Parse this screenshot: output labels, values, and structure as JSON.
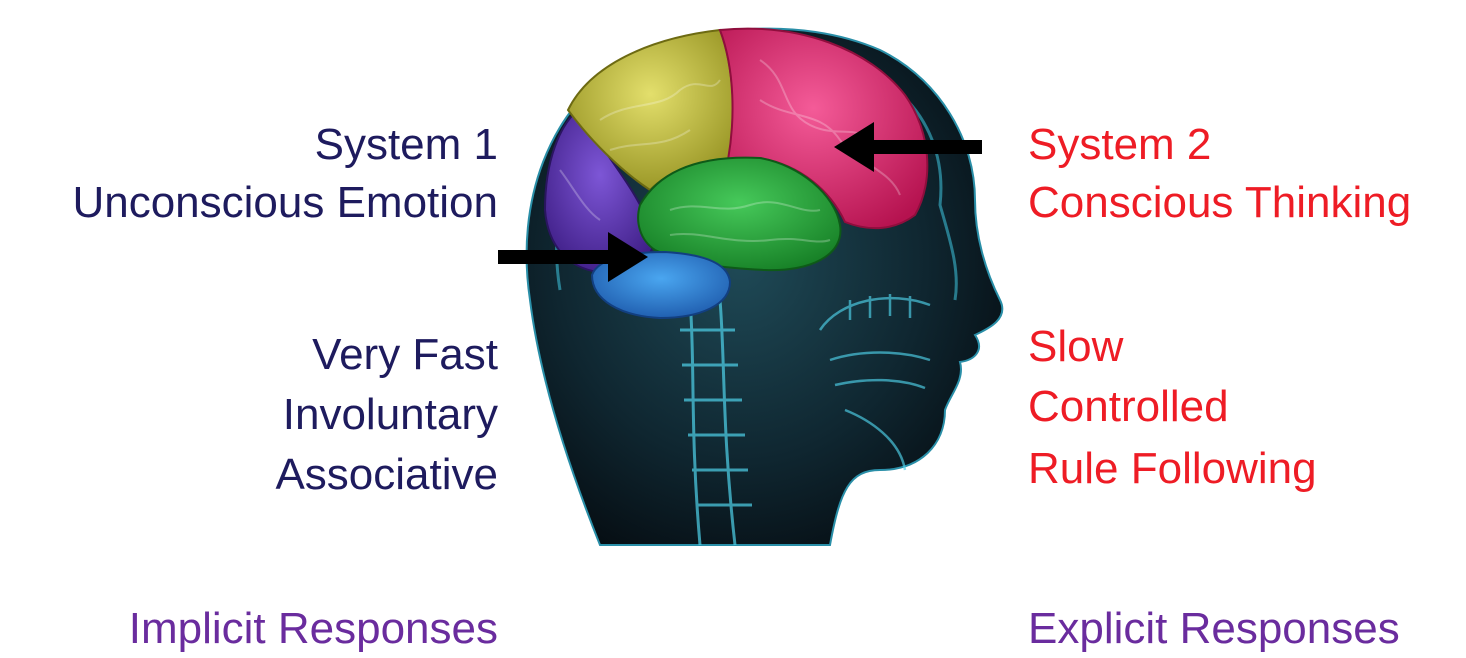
{
  "colors": {
    "system1_text": "#1e1b5e",
    "system2_text": "#ee1c25",
    "responses_text": "#6a2c9e",
    "head_dark": "#0b1820",
    "head_glow": "#3fc6e0",
    "lobe_frontal": "#e01f6e",
    "lobe_parietal": "#c9c43a",
    "lobe_occipital": "#5a2fb0",
    "lobe_temporal": "#22a236",
    "lobe_cerebellum": "#2a7fd6",
    "arrow": "#000000"
  },
  "left": {
    "system_title": "System 1",
    "system_subtitle": "Unconscious Emotion",
    "traits": [
      "Very Fast",
      "Involuntary",
      "Associative"
    ],
    "responses": "Implicit Responses"
  },
  "right": {
    "system_title": "System 2",
    "system_subtitle": "Conscious Thinking",
    "traits": [
      "Slow",
      "Controlled",
      "Rule Following"
    ],
    "responses": "Explicit Responses"
  },
  "icons": {
    "head": "head-xray-illustration",
    "arrow_left": "arrow-left-icon",
    "arrow_right": "arrow-right-icon"
  }
}
